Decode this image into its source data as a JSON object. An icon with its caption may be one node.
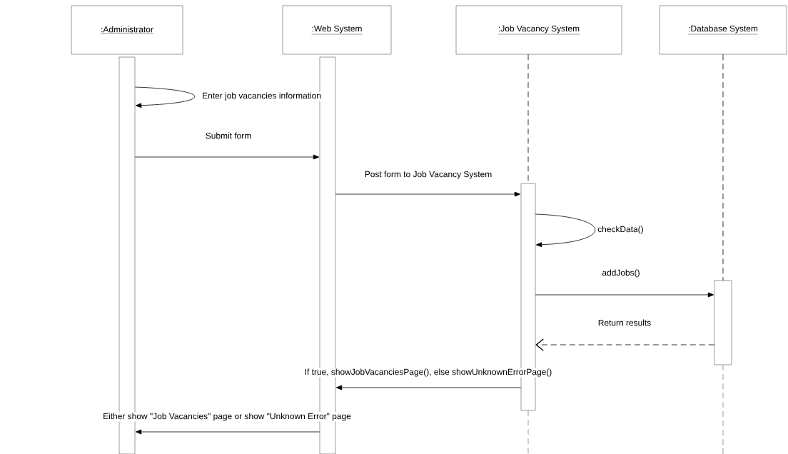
{
  "diagram": {
    "nodes": [
      {
        "text": [
          ":Administrator"
        ]
      },
      {
        "text": [
          ":Web System"
        ]
      },
      {
        "text": [
          ":Job Vacancy System"
        ]
      },
      {
        "text": [
          ":Database System"
        ]
      },
      {
        "text": [],
        "shape": "bar"
      },
      {
        "text": [],
        "shape": "bar"
      },
      {
        "text": [],
        "shape": "bar"
      },
      {
        "text": [],
        "shape": "bar"
      }
    ],
    "edges": [
      {
        "from": 2,
        "to": 6,
        "arrow": "none",
        "style": "dashed"
      },
      {
        "from": 3,
        "to": 7,
        "arrow": "none",
        "style": "dashed"
      },
      {
        "from": 4,
        "to": 4,
        "arrow": "to",
        "label": "Enter job vacancies information"
      },
      {
        "from": 4,
        "to": 5,
        "arrow": "to",
        "label": "Submit form"
      },
      {
        "from": 5,
        "to": 6,
        "arrow": "to",
        "label": "Post form to Job Vacancy System"
      },
      {
        "from": 6,
        "to": 6,
        "arrow": "to",
        "label": "checkData()"
      },
      {
        "from": 6,
        "to": 7,
        "arrow": "to",
        "label": "addJobs()"
      },
      {
        "from": 7,
        "to": 6,
        "arrow": "to",
        "label": "Return results",
        "style": "dashed"
      },
      {
        "from": 6,
        "to": 5,
        "arrow": "to",
        "label": "If true, showJobVacanciesPage(), else showUnknownErrorPage()"
      },
      {
        "from": 5,
        "to": 4,
        "arrow": "to",
        "label": "Either show \"Job Vacancies\" page or show \"Unknown Error\" page"
      }
    ]
  }
}
